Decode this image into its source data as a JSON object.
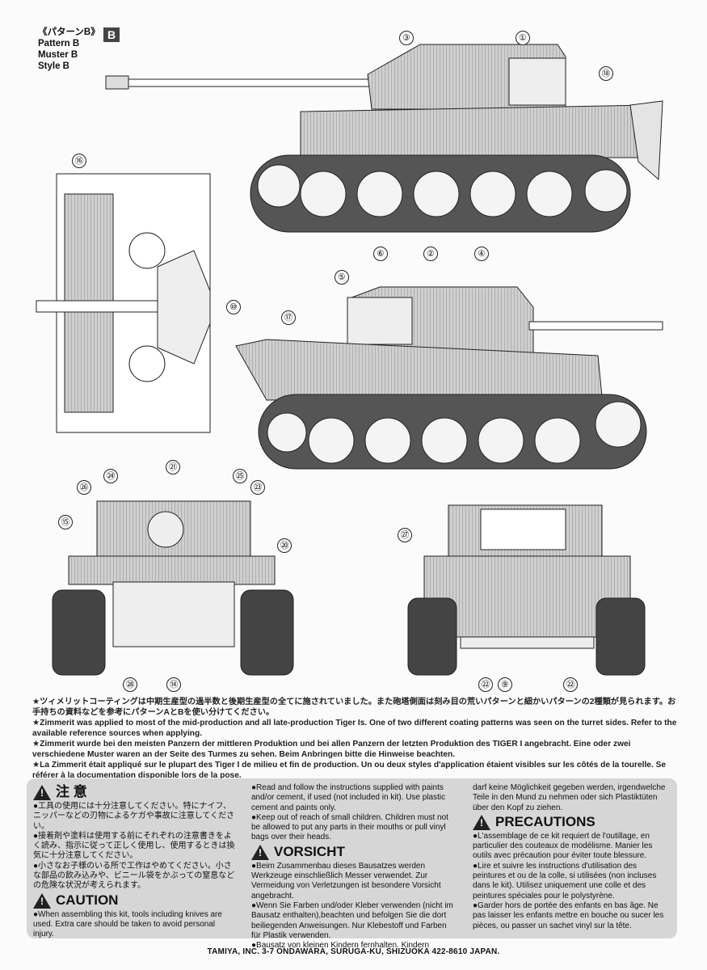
{
  "header": {
    "pattern_jp": "《パターンB》",
    "pattern_en": "Pattern B",
    "pattern_de": "Muster B",
    "pattern_fr": "Style B",
    "badge": "B"
  },
  "callouts": [
    "①",
    "②",
    "③",
    "④",
    "⑤",
    "⑥",
    "⑩",
    "⑭",
    "⑮",
    "⑯",
    "⑰",
    "⑱",
    "⑳",
    "㉑",
    "㉒",
    "㉓",
    "㉔",
    "㉕",
    "㉖",
    "㉗",
    "㉘",
    "⑨"
  ],
  "notes": {
    "jp": "★ツィメリットコーティングは中期生産型の過半数と後期生産型の全てに施されていました。また砲塔側面は刻み目の荒いパターンと細かいパターンの2種類が見られます。お手持ちの資料などを参考にパターンAとBを使い分けてください。",
    "en": "★Zimmerit was applied to most of the mid-production and all late-production Tiger Is. One of two different coating patterns was seen on the turret sides. Refer to the available reference sources when applying.",
    "de": "★Zimmerit wurde bei den meisten Panzern der mittleren Produktion und bei allen Panzern der letzten Produktion des TIGER I angebracht. Eine oder zwei verschiedene Muster waren an der Seite des Turmes zu sehen. Beim Anbringen bitte die Hinweise beachten.",
    "fr": "★La Zimmerit était appliqué sur le plupart des Tiger I de milieu et fin de production. Un ou deux styles d'application étaient visibles sur les côtés de la tourelle. Se référer à la documentation disponible lors de la pose."
  },
  "warnings": {
    "jp_title": "注 意",
    "jp_body": [
      "●工具の使用には十分注意してください。特にナイフ、ニッパーなどの刃物によるケガや事故に注意してください。",
      "●接着剤や塗料は使用する前にそれぞれの注意書きをよく読み、指示に従って正しく使用し、使用するときは換気に十分注意してください。",
      "●小さなお子様のいる所で工作はやめてください。小さな部品の飲み込みや、ビニール袋をかぶっての窒息などの危険な状況が考えられます。"
    ],
    "caution_title": "CAUTION",
    "caution_body": "●When assembling this kit, tools including knives are used. Extra care should be taken to avoid personal injury.",
    "en_body": [
      "●Read and follow the instructions supplied with paints and/or cement, if used (not included in kit). Use plastic cement and paints only.",
      "●Keep out of reach of small children. Children must not be allowed to put any parts in their mouths or pull vinyl bags over their heads."
    ],
    "vorsicht_title": "VORSICHT",
    "de_body": [
      "●Beim Zusammenbau dieses Bausatzes werden Werkzeuge einschließlich Messer verwendet. Zur Vermeidung von Verletzungen ist besondere Vorsicht angebracht.",
      "●Wenn Sie Farben und/oder Kleber verwenden (nicht im Bausatz enthalten),beachten und befolgen Sie die dort beiliegenden Anweisungen. Nur Klebestoff und Farben für Plastik verwenden.",
      "●Bausatz von kleinen Kindern fernhalten. Kindern"
    ],
    "de_cont": "darf keine Möglichkeit gegeben werden, irgendwelche Teile in den Mund zu nehmen oder sich Plastiktüten über den Kopf zu ziehen.",
    "precautions_title": "PRECAUTIONS",
    "fr_body": [
      "●L'assemblage de ce kit requiert de l'outillage, en particulier des couteaux de modélisme. Manier les outils avec précaution pour éviter toute blessure.",
      "●Lire et suivre les instructions d'utilisation des peintures et ou de la colle, si utilisées (non incluses dans le kit). Utilisez uniquement une colle et des peintures spéciales pour le polystyrène.",
      "●Garder hors de portée des enfants en bas âge. Ne pas laisser les enfants mettre en bouche ou sucer les pièces, ou passer un sachet vinyl sur la tête."
    ]
  },
  "footer": "TAMIYA, INC.  3-7 ONDAWARA, SURUGA-KU, SHIZUOKA 422-8610 JAPAN."
}
